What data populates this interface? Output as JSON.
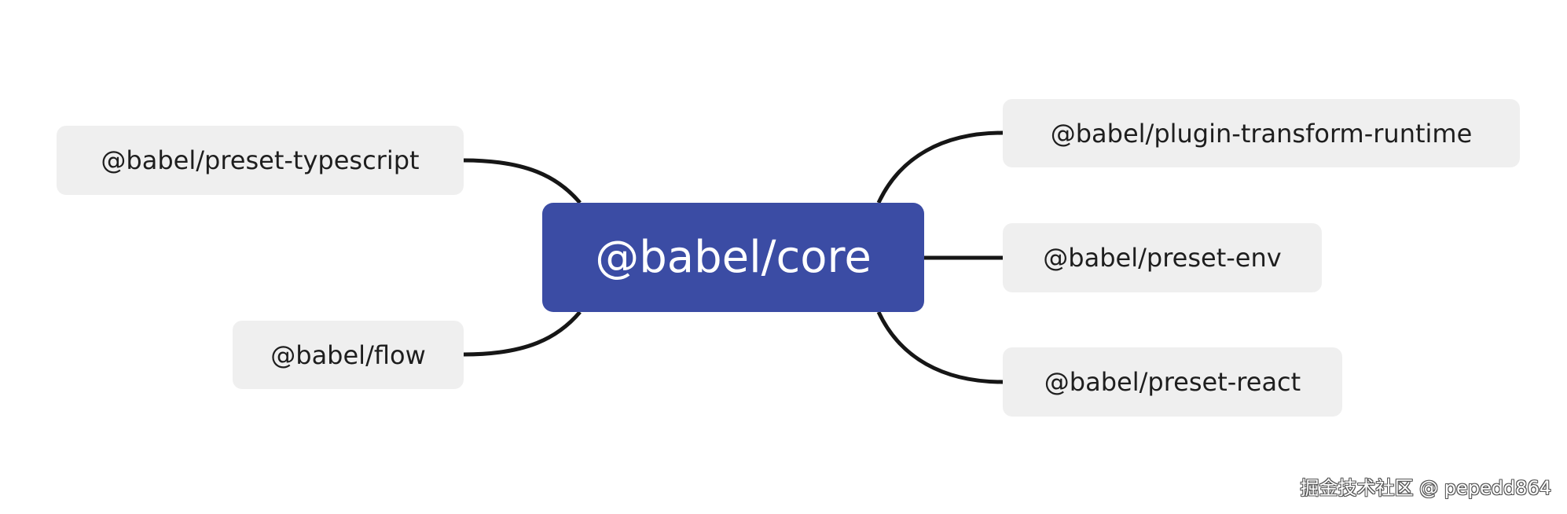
{
  "mindmap": {
    "root": {
      "label": "@babel/core"
    },
    "left_branches": [
      {
        "label": "@babel/preset-typescript"
      },
      {
        "label": "@babel/flow"
      }
    ],
    "right_branches": [
      {
        "label": "@babel/plugin-transform-runtime"
      },
      {
        "label": "@babel/preset-env"
      },
      {
        "label": "@babel/preset-react"
      }
    ]
  },
  "watermark": {
    "text": "掘金技术社区 @ pepedd864"
  },
  "colors": {
    "root_fill": "#3b4ca4",
    "root_text": "#ffffff",
    "branch_fill": "#efefef",
    "branch_text": "#1e1e1e",
    "connector": "#161616"
  }
}
